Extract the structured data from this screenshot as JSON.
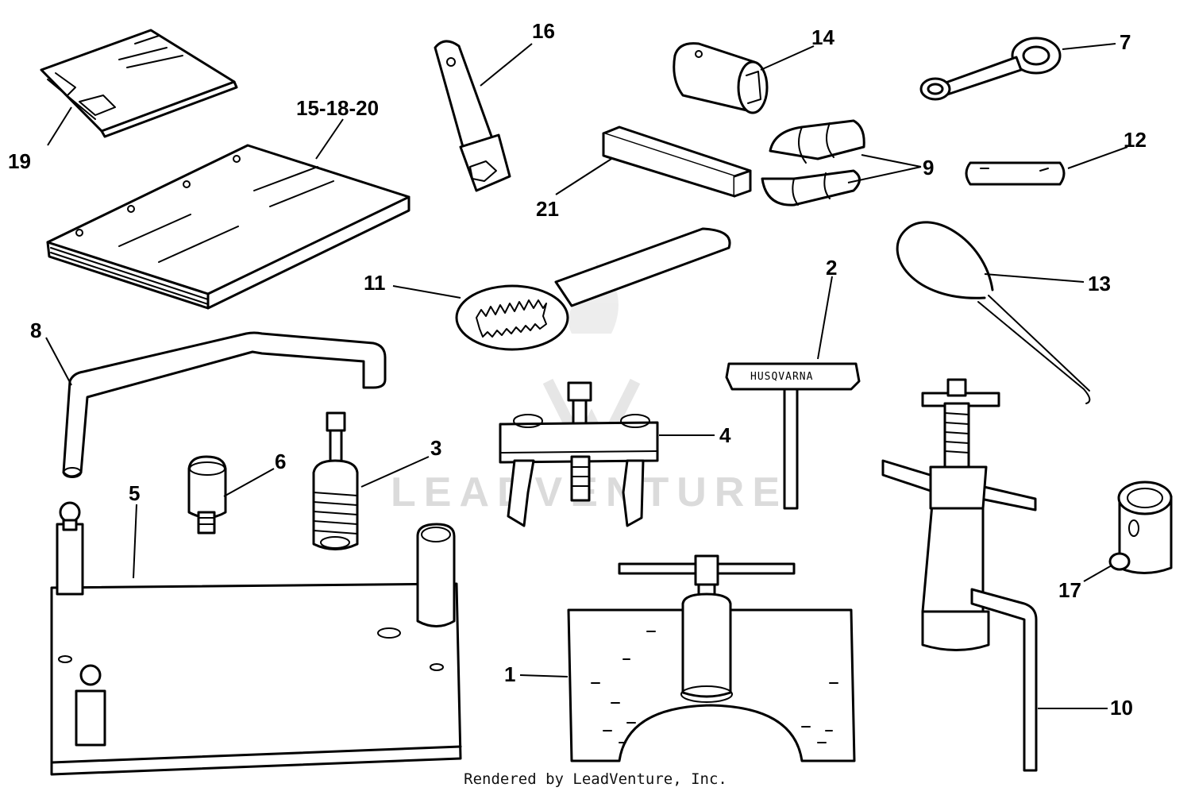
{
  "diagram": {
    "parts": [
      {
        "id": "1"
      },
      {
        "id": "2"
      },
      {
        "id": "3"
      },
      {
        "id": "4"
      },
      {
        "id": "5"
      },
      {
        "id": "6"
      },
      {
        "id": "7"
      },
      {
        "id": "8"
      },
      {
        "id": "9"
      },
      {
        "id": "10"
      },
      {
        "id": "11"
      },
      {
        "id": "12"
      },
      {
        "id": "13"
      },
      {
        "id": "14"
      },
      {
        "id": "15-18-20"
      },
      {
        "id": "16"
      },
      {
        "id": "17"
      },
      {
        "id": "19"
      },
      {
        "id": "21"
      }
    ],
    "tool_brand_text": "HUSQVARNA",
    "watermark_text": "LEADVENTURE",
    "credit": "Rendered by LeadVenture, Inc."
  }
}
